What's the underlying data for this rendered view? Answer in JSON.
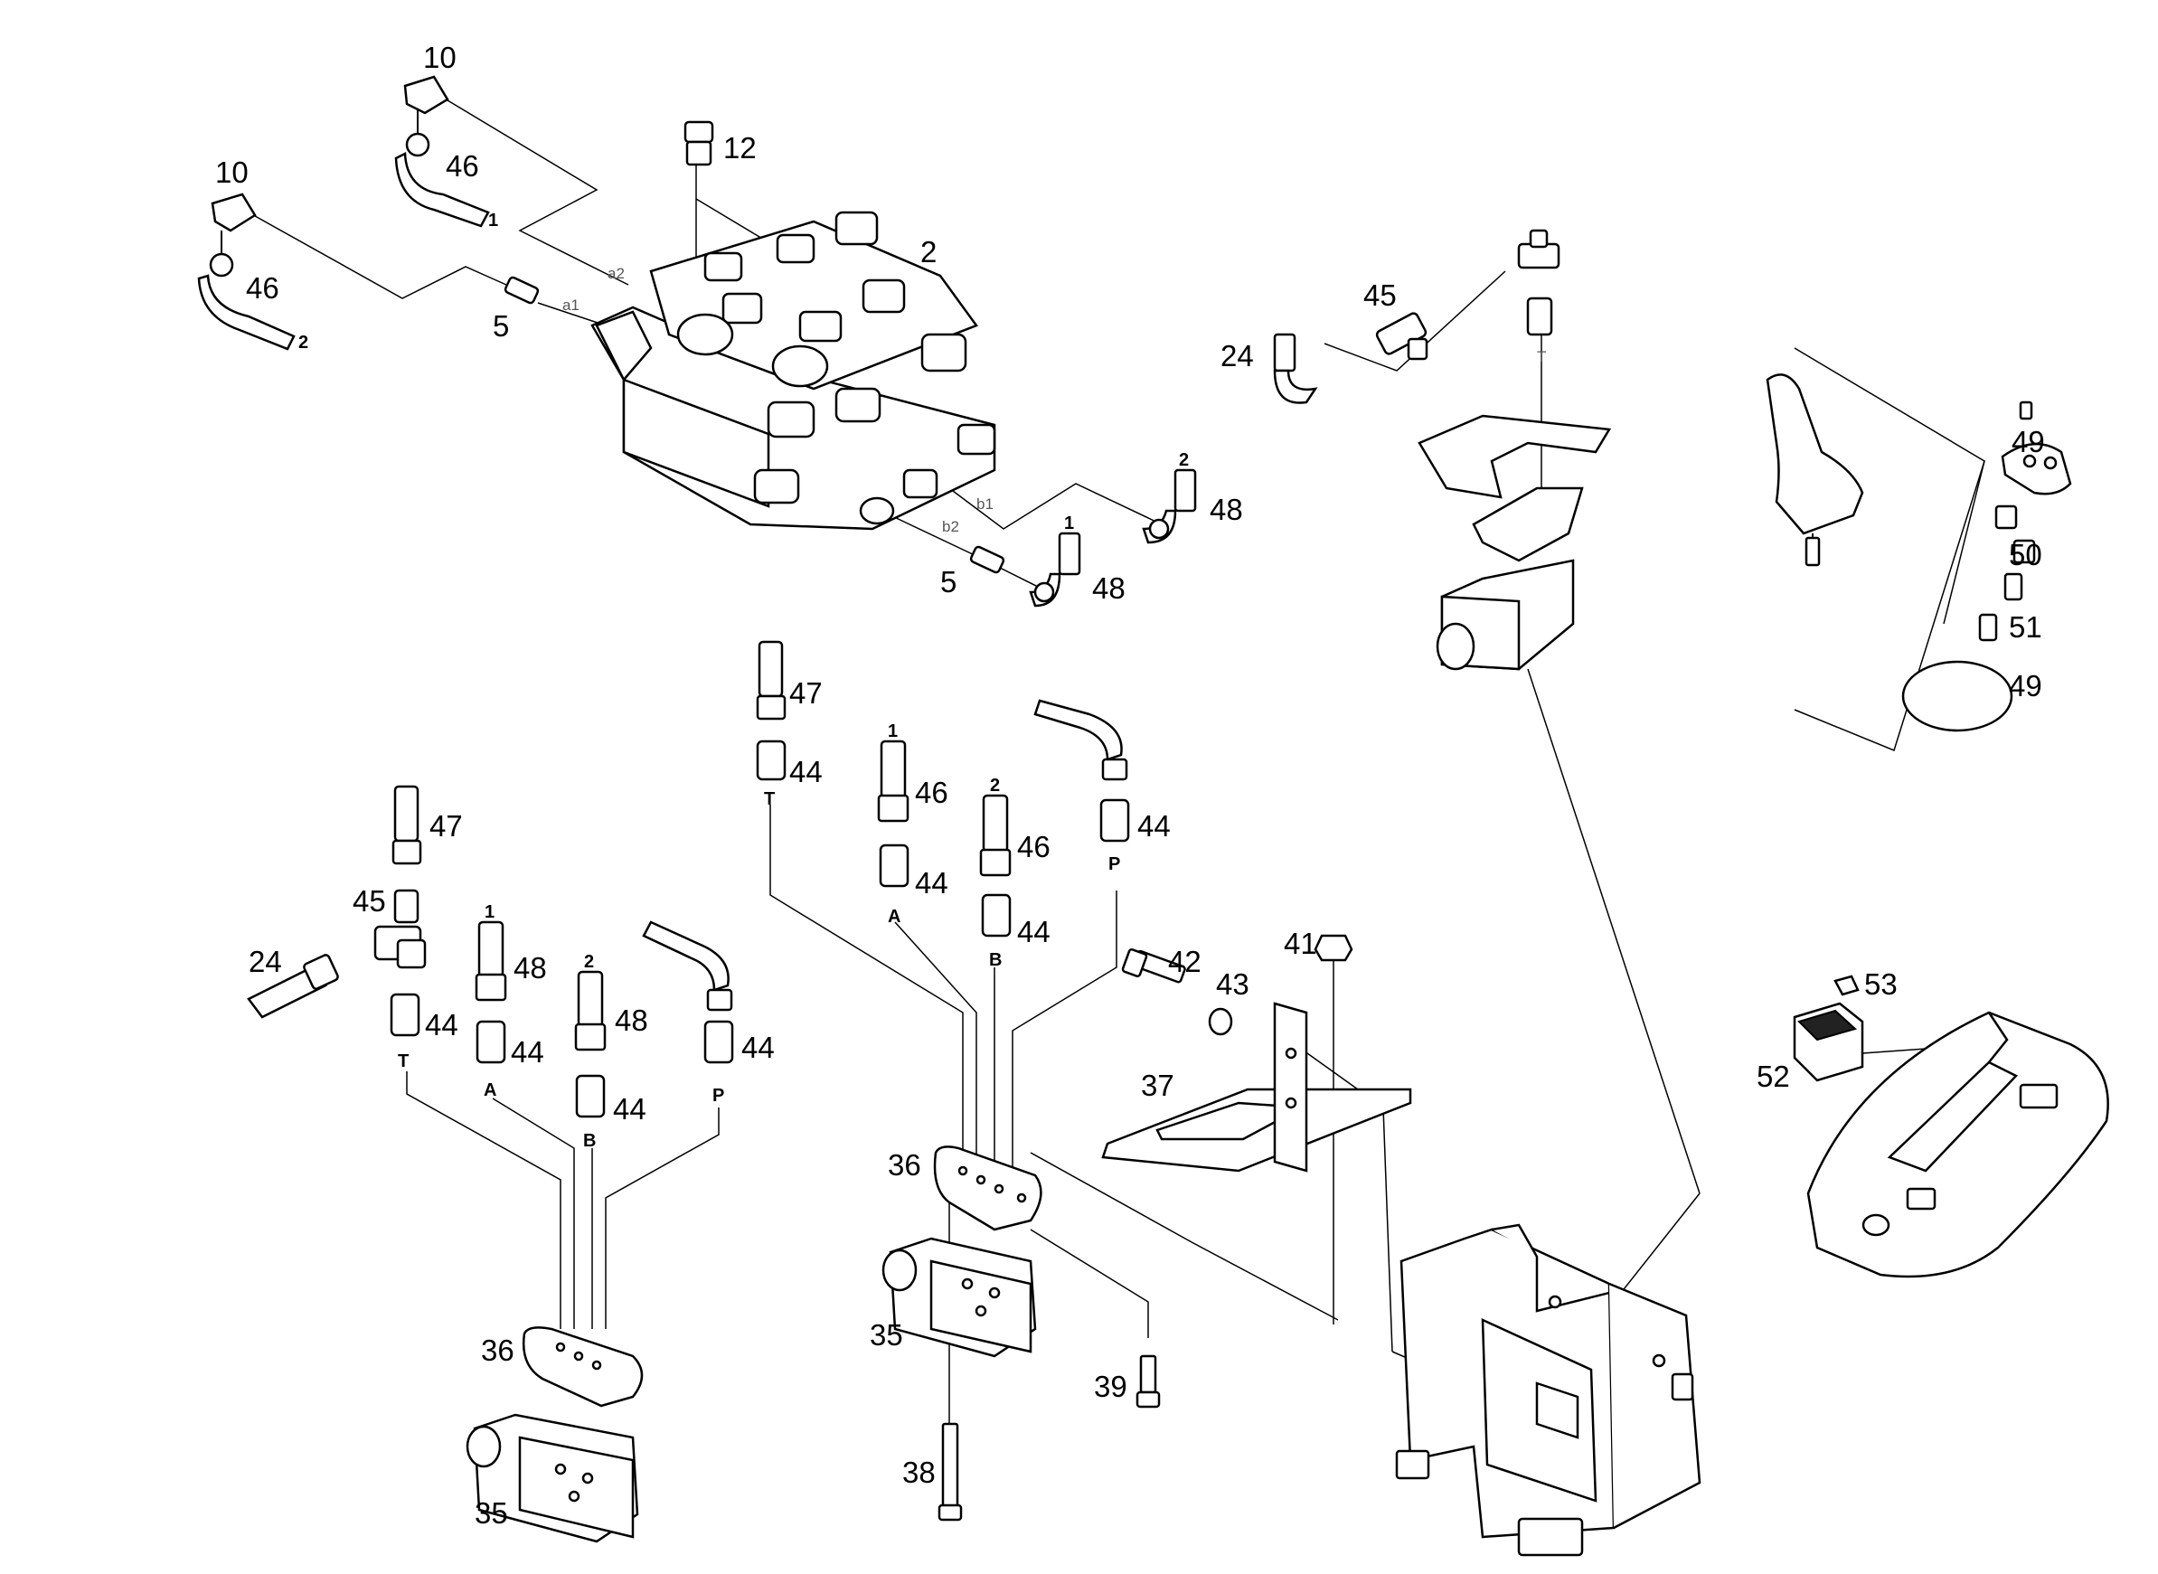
{
  "diagram": {
    "callouts": [
      {
        "id": "c10a",
        "text": "10"
      },
      {
        "id": "c10b",
        "text": "10"
      },
      {
        "id": "c46a",
        "text": "46"
      },
      {
        "id": "c46b",
        "text": "46"
      },
      {
        "id": "c12",
        "text": "12"
      },
      {
        "id": "c2",
        "text": "2"
      },
      {
        "id": "c5a",
        "text": "5"
      },
      {
        "id": "c5b",
        "text": "5"
      },
      {
        "id": "c48a",
        "text": "48"
      },
      {
        "id": "c48b",
        "text": "48"
      },
      {
        "id": "c45a",
        "text": "45"
      },
      {
        "id": "c24a",
        "text": "24"
      },
      {
        "id": "c49a",
        "text": "49"
      },
      {
        "id": "c50",
        "text": "50"
      },
      {
        "id": "c51",
        "text": "51"
      },
      {
        "id": "c49b",
        "text": "49"
      },
      {
        "id": "c47a",
        "text": "47"
      },
      {
        "id": "c44a",
        "text": "44"
      },
      {
        "id": "c46c",
        "text": "46"
      },
      {
        "id": "c44b",
        "text": "44"
      },
      {
        "id": "c46d",
        "text": "46"
      },
      {
        "id": "c44c",
        "text": "44"
      },
      {
        "id": "c44d",
        "text": "44"
      },
      {
        "id": "c47b",
        "text": "47"
      },
      {
        "id": "c45b",
        "text": "45"
      },
      {
        "id": "c24b",
        "text": "24"
      },
      {
        "id": "c48c",
        "text": "48"
      },
      {
        "id": "c48d",
        "text": "48"
      },
      {
        "id": "c44e",
        "text": "44"
      },
      {
        "id": "c44f",
        "text": "44"
      },
      {
        "id": "c44g",
        "text": "44"
      },
      {
        "id": "c44h",
        "text": "44"
      },
      {
        "id": "c42",
        "text": "42"
      },
      {
        "id": "c43",
        "text": "43"
      },
      {
        "id": "c41",
        "text": "41"
      },
      {
        "id": "c37",
        "text": "37"
      },
      {
        "id": "c36a",
        "text": "36"
      },
      {
        "id": "c35a",
        "text": "35"
      },
      {
        "id": "c39",
        "text": "39"
      },
      {
        "id": "c38",
        "text": "38"
      },
      {
        "id": "c36b",
        "text": "36"
      },
      {
        "id": "c35b",
        "text": "35"
      },
      {
        "id": "c53",
        "text": "53"
      },
      {
        "id": "c52",
        "text": "52"
      }
    ],
    "port_labels": {
      "a1": "a1",
      "a2": "a2",
      "b1": "b1",
      "b2": "b2",
      "T": "T",
      "A": "A",
      "B": "B",
      "P": "P",
      "one": "1",
      "two": "2"
    }
  }
}
